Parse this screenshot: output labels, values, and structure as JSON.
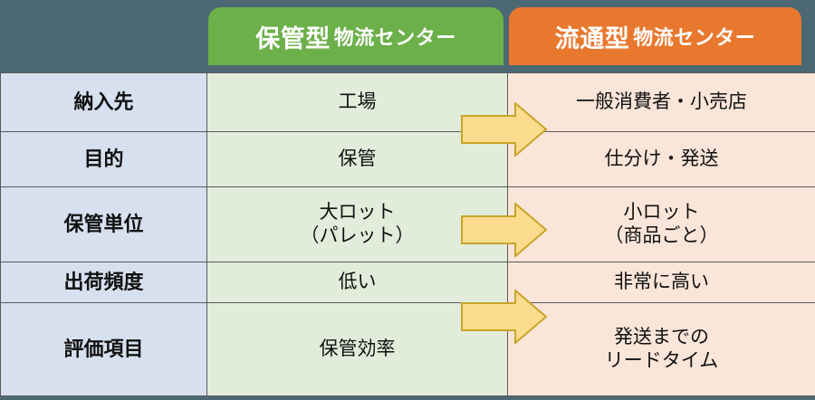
{
  "background_color": "#4c6873",
  "headers": {
    "storage": {
      "strong": "保管型",
      "rest": "物流センター",
      "color": "#6cb04a"
    },
    "distribution": {
      "strong": "流通型",
      "rest": "物流センター",
      "color": "#e9782f"
    }
  },
  "colors": {
    "label_cell": "#d7e0ef",
    "green_cell": "#e2ecda",
    "peach_cell": "#fae5d9",
    "arrow_fill": "#fbdc8e",
    "arrow_stroke": "#c8a527",
    "border": "#5a5a5a"
  },
  "rows": [
    {
      "label": "納入先",
      "storage": [
        "工場"
      ],
      "distribution": [
        "一般消費者・小売店"
      ]
    },
    {
      "label": "目的",
      "storage": [
        "保管"
      ],
      "distribution": [
        "仕分け・発送"
      ]
    },
    {
      "label": "保管単位",
      "storage": [
        "大ロット",
        "（パレット）"
      ],
      "distribution": [
        "小ロット",
        "（商品ごと）"
      ]
    },
    {
      "label": "出荷頻度",
      "storage": [
        "低い"
      ],
      "distribution": [
        "非常に高い"
      ]
    },
    {
      "label": "評価項目",
      "storage": [
        "保管効率"
      ],
      "distribution": [
        "発送までの",
        "リードタイム"
      ]
    }
  ],
  "arrows": [
    {
      "name": "arrow-right-icon",
      "from_row": 0,
      "to_row": 0
    },
    {
      "name": "arrow-right-icon",
      "from_row": 2,
      "to_row": 2
    },
    {
      "name": "arrow-right-icon",
      "from_row": 4,
      "to_row": 4
    }
  ]
}
